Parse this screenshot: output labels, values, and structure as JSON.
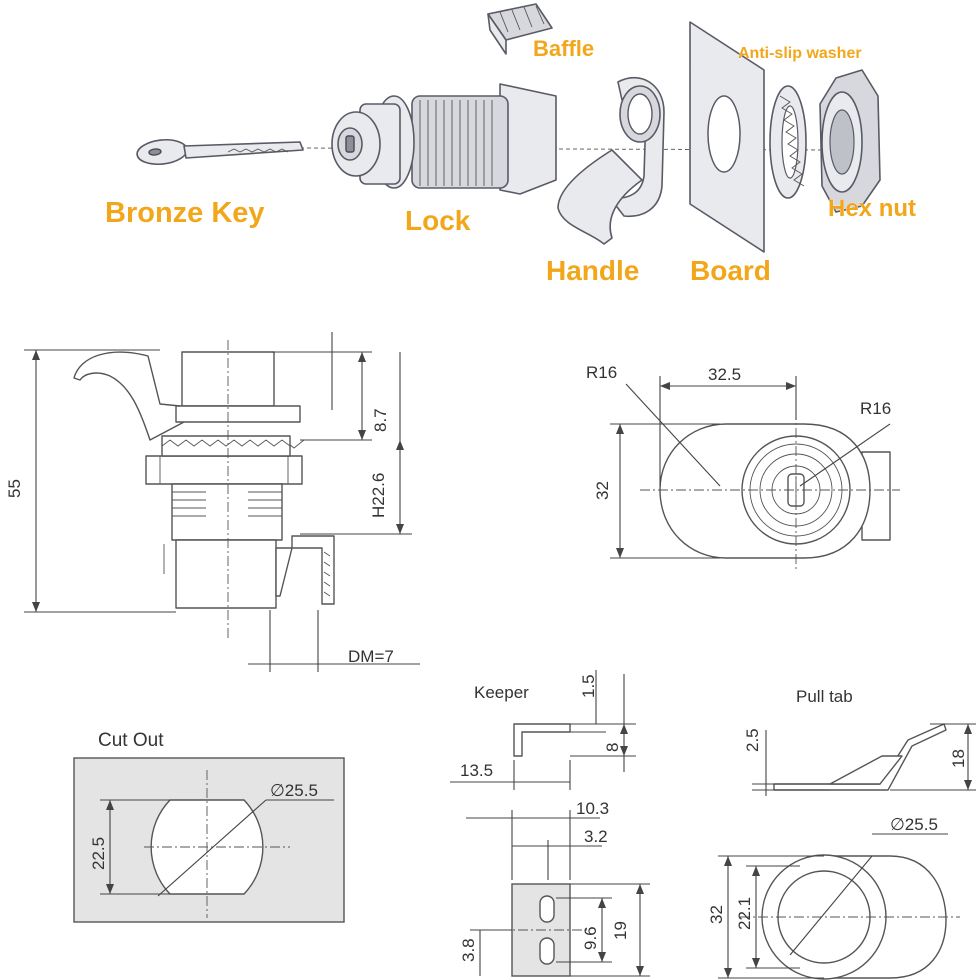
{
  "labels": {
    "baffle": "Baffle",
    "anti_slip_washer": "Anti-slip washer",
    "bronze_key": "Bronze Key",
    "lock": "Lock",
    "handle": "Handle",
    "board": "Board",
    "hex_nut": "Hex nut"
  },
  "dimensions": {
    "total_height": "55",
    "cylinder_height": "8.7",
    "thread_height": "H22.6",
    "dm": "DM=7",
    "r_left": "R16",
    "width_top": "32.5",
    "r_right": "R16",
    "height_32": "32",
    "cutout_diameter": "∅25.5",
    "cutout_height": "22.5",
    "keeper_thick": "1.5",
    "keeper_height": "8",
    "keeper_length": "13.5",
    "keeper_width": "10.3",
    "keeper_inner": "3.2",
    "keeper_slot": "3.8",
    "keeper_slot_height": "9.6",
    "keeper_total": "19",
    "pulltab_thick": "2.5",
    "pulltab_height": "18",
    "pulltab_diameter": "∅25.5",
    "pulltab_32": "32",
    "pulltab_22": "22.1"
  },
  "titles": {
    "cut_out": "Cut Out",
    "keeper": "Keeper",
    "pull_tab": "Pull tab"
  },
  "colors": {
    "label": "#f2a71b",
    "line": "#444444",
    "part": "#e9eaee"
  }
}
